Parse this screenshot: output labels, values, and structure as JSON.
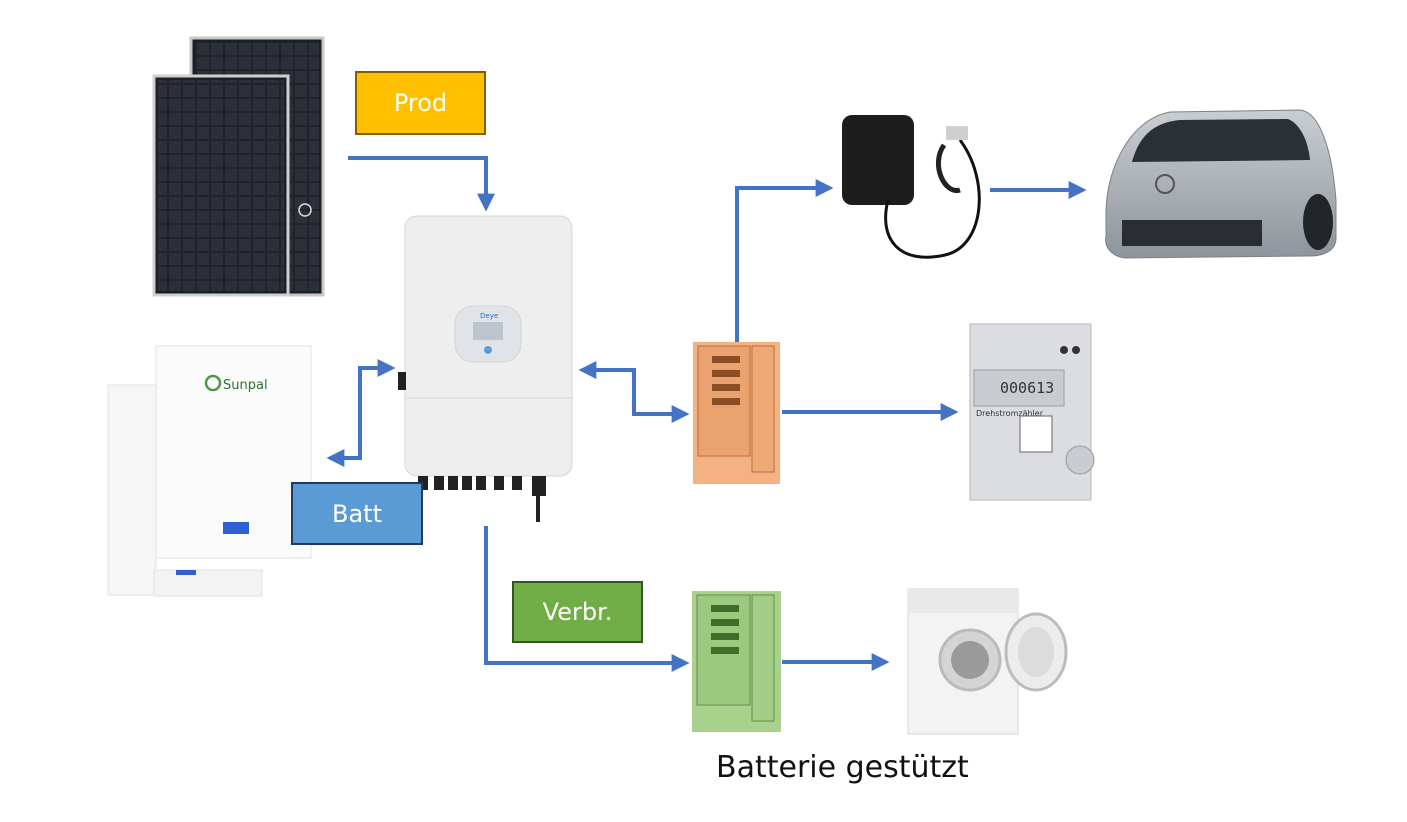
{
  "labels": {
    "prod": "Prod",
    "batt": "Batt",
    "verbr": "Verbr.",
    "caption": "Batterie gestützt"
  },
  "device_text": {
    "battery_brand": "Sunpal",
    "inverter_brand": "Deye",
    "meter_title": "Drehstromzähler",
    "meter_reading": "000613"
  },
  "colors": {
    "arrow": "#4472c4",
    "prod": "#ffc000",
    "batt": "#5b9bd5",
    "verbr": "#70ad47",
    "cabinet_orange": "#f4b183",
    "cabinet_green": "#a9d18e"
  },
  "icons": [
    "solar-panel-icon",
    "battery-icon",
    "inverter-icon",
    "wallbox-icon",
    "ev-car-icon",
    "distribution-cabinet-icon",
    "electricity-meter-icon",
    "washing-machine-icon"
  ]
}
